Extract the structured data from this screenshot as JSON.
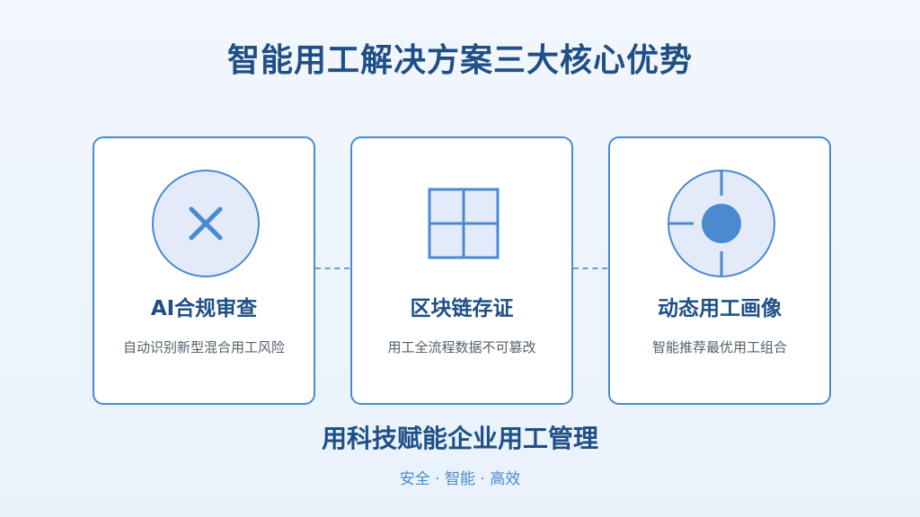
{
  "title": "智能用工解决方案三大核心优势",
  "cards": [
    {
      "icon": "close-x-icon",
      "title": "AI合规审查",
      "desc": "自动识别新型混合用工风险"
    },
    {
      "icon": "grid-blocks-icon",
      "title": "区块链存证",
      "desc": "用工全流程数据不可篡改"
    },
    {
      "icon": "target-crosshair-icon",
      "title": "动态用工画像",
      "desc": "智能推荐最优用工组合"
    }
  ],
  "tagline": "用科技赋能企业用工管理",
  "subtag": "安全 · 智能 · 高效",
  "colors": {
    "primary": "#1f4f86",
    "accent": "#4a8ad0",
    "icon_fill": "#e3ebfb",
    "text_muted": "#555e6b"
  }
}
